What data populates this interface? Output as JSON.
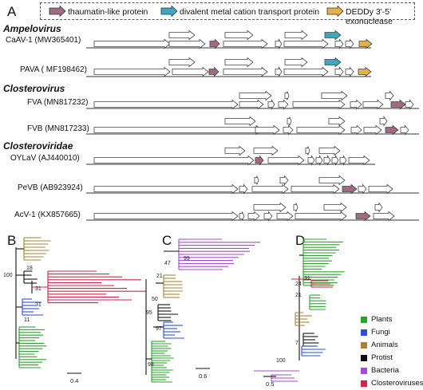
{
  "panel_a": {
    "letter": "A",
    "legend": [
      {
        "label": "thaumatin-like protein",
        "color": "#a06b82"
      },
      {
        "label": "divalent metal cation transport protein",
        "color": "#3fa8bf"
      },
      {
        "label": "DEDDy 3'-5' exonuclease",
        "color": "#e3b04a"
      }
    ],
    "groups": [
      {
        "name": "Ampelovirus",
        "viruses": [
          {
            "label": "CaAV-1 (MW365401)"
          },
          {
            "label": "PAVA ( MF198462)"
          }
        ]
      },
      {
        "name": "Closterovirus",
        "viruses": [
          {
            "label": "FVA (MN817232)"
          },
          {
            "label": "FVB (MN817233)"
          }
        ]
      },
      {
        "name": "Closteroviridae",
        "viruses": [
          {
            "label": "OYLaV (AJ440010)"
          },
          {
            "label": "PeVB (AB923924)"
          },
          {
            "label": "AcV-1 (KX857665)"
          }
        ]
      }
    ]
  },
  "panel_b": {
    "letter": "B",
    "bootstraps": [
      "100",
      "18",
      "31",
      "31",
      "11"
    ],
    "scale": "0.4"
  },
  "panel_c": {
    "letter": "C",
    "bootstraps": [
      "47",
      "99",
      "21",
      "50",
      "95",
      "97",
      "98"
    ],
    "scale": "0.6"
  },
  "panel_d": {
    "letter": "D",
    "bootstraps": [
      "31",
      "24",
      "21",
      "7",
      "100"
    ],
    "scale": "0.5"
  },
  "tree_legend": [
    {
      "label": "Plants",
      "color": "#2ca02c"
    },
    {
      "label": "Fungi",
      "color": "#2b4fd8"
    },
    {
      "label": "Animals",
      "color": "#a8843a"
    },
    {
      "label": "Protist",
      "color": "#111111"
    },
    {
      "label": "Bacteria",
      "color": "#a24bd6"
    },
    {
      "label": "Closteroviruses",
      "color": "#d8204a"
    }
  ]
}
